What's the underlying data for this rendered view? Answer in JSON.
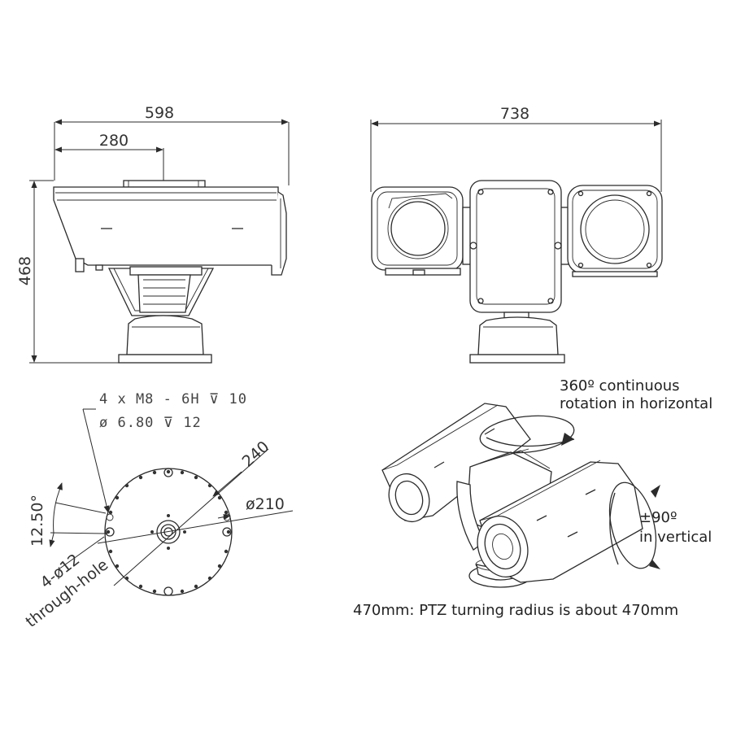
{
  "side_view": {
    "width_total": "598",
    "width_partial": "280",
    "height_total": "468"
  },
  "front_view": {
    "width_total": "738"
  },
  "base_view": {
    "thread_callout": "4 x  M8 - 6H ⊽ 10",
    "drill_callout": "ø 6.80 ⊽ 12",
    "outer_diameter": "240",
    "bolt_circle": "ø210",
    "angle": "12.50°",
    "hole_spec": "4-ø12",
    "hole_type": "through-hole"
  },
  "iso_view": {
    "rotation_h_line1": "360º continuous",
    "rotation_h_line2": "rotation in horizontal",
    "rotation_v_line1": "±90º",
    "rotation_v_line2": "in vertical",
    "radius_note": "470mm: PTZ turning radius is about 470mm"
  },
  "colors": {
    "line": "#2b2b2b",
    "background": "#ffffff"
  }
}
